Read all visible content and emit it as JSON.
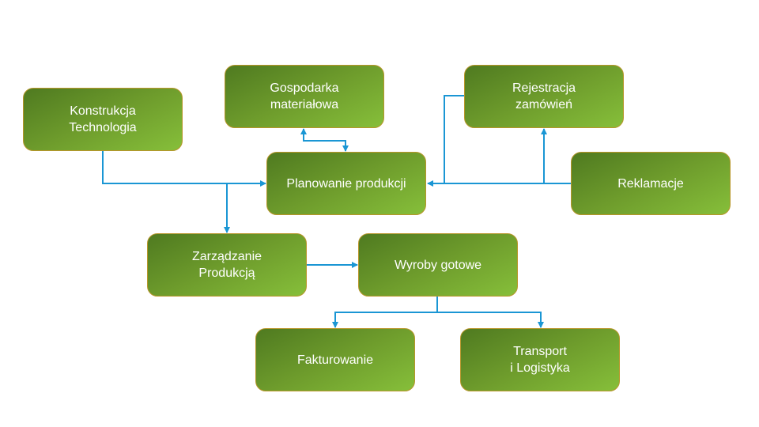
{
  "colors": {
    "connector": "#1a96d4",
    "node_dark": "#4f7a20",
    "node_light": "#86bf3a",
    "node_border": "#b8962a",
    "node_text": "#ffffff"
  },
  "nodes": {
    "konstrukcja": "Konstrukcja\nTechnologia",
    "gospodarka": "Gospodarka\nmateriałowa",
    "rejestracja": "Rejestracja\nzamówień",
    "planowanie": "Planowanie produkcji",
    "reklamacje": "Reklamacje",
    "zarzadzanie": "Zarządzanie\nProdukcją",
    "wyroby": "Wyroby gotowe",
    "fakturowanie": "Fakturowanie",
    "transport": "Transport\ni Logistyka"
  },
  "edges": [
    {
      "from": "Konstrukcja Technologia",
      "to": "Planowanie produkcji"
    },
    {
      "from": "Konstrukcja Technologia",
      "to": "Zarządzanie Produkcją"
    },
    {
      "from": "Planowanie produkcji",
      "to": "Gospodarka materiałowa"
    },
    {
      "from": "Gospodarka materiałowa",
      "to": "Planowanie produkcji"
    },
    {
      "from": "Rejestracja zamówień",
      "to": "Planowanie produkcji"
    },
    {
      "from": "Reklamacje",
      "to": "Planowanie produkcji"
    },
    {
      "from": "Reklamacje",
      "to": "Rejestracja zamówień"
    },
    {
      "from": "Zarządzanie Produkcją",
      "to": "Wyroby gotowe"
    },
    {
      "from": "Wyroby gotowe",
      "to": "Fakturowanie"
    },
    {
      "from": "Wyroby gotowe",
      "to": "Transport i Logistyka"
    }
  ]
}
